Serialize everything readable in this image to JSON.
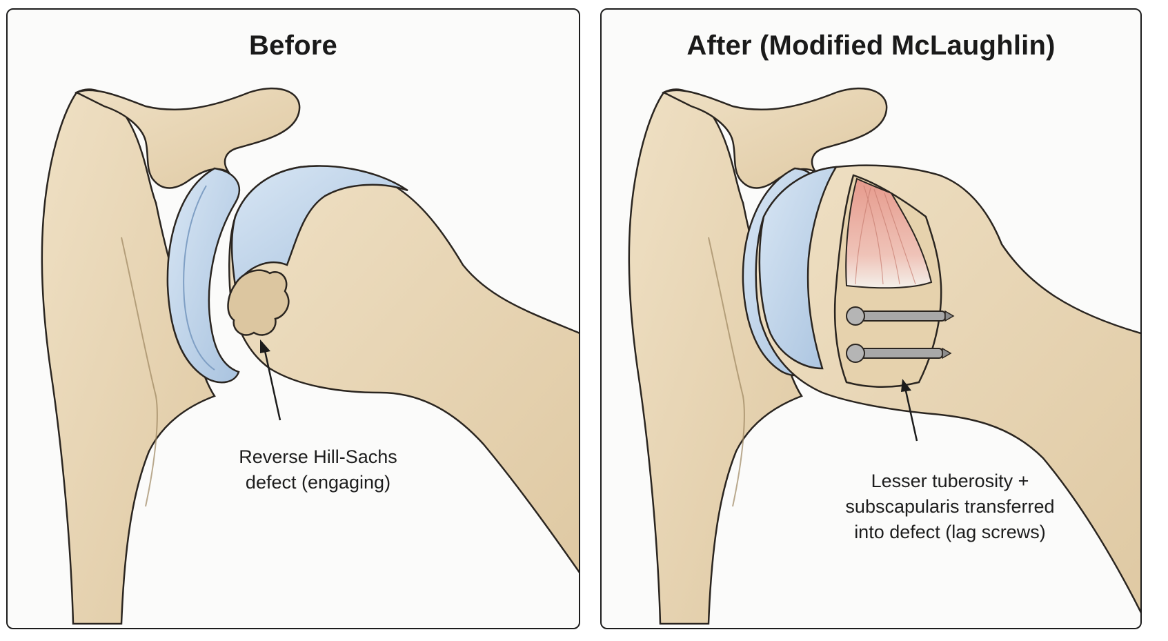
{
  "panels": {
    "before": {
      "title": "Before",
      "callout": [
        "Reverse Hill-Sachs",
        "defect (engaging)"
      ]
    },
    "after": {
      "title": "After (Modified McLaughlin)",
      "callout": [
        "Lesser tuberosity +",
        "subscapularis transferred",
        "into defect (lag screws)"
      ]
    }
  },
  "colors": {
    "bone": "#ecdcc0",
    "bone_shadow": "#d4bd97",
    "cartilage": "#c9dcef",
    "cartilage_dark": "#9fbad9",
    "tendon": "#e3a79a",
    "outline": "#2a2520",
    "screw": "#9a9a9a"
  }
}
